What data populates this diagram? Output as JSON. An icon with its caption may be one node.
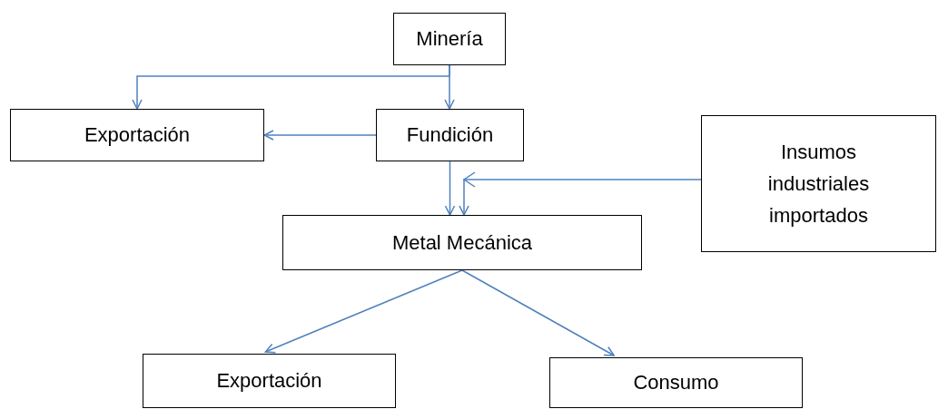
{
  "diagram": {
    "nodes": [
      {
        "text": [
          "Minería"
        ]
      },
      {
        "text": [
          "Exportación"
        ]
      },
      {
        "text": [
          "Fundición"
        ]
      },
      {
        "text": [
          "Insumos industriales importados"
        ]
      },
      {
        "text": [
          "Metal Mecánica"
        ]
      },
      {
        "text": [
          "Exportación"
        ]
      },
      {
        "text": [
          "Consumo"
        ]
      }
    ],
    "edges": [
      {
        "from": 0,
        "to": 1,
        "arrow": "to"
      },
      {
        "from": 0,
        "to": 2,
        "arrow": "to"
      },
      {
        "from": 2,
        "to": 1,
        "arrow": "to"
      },
      {
        "from": 2,
        "to": 4,
        "arrow": "to"
      },
      {
        "from": 3,
        "to": 4,
        "arrow": "to"
      },
      {
        "from": 4,
        "to": 5,
        "arrow": "to"
      },
      {
        "from": 4,
        "to": 6,
        "arrow": "to"
      }
    ]
  }
}
